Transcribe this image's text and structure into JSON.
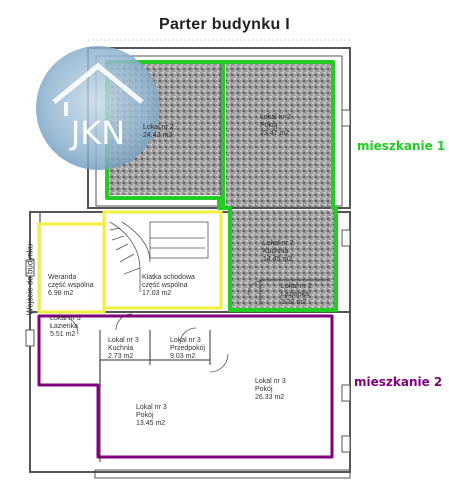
{
  "title": "Parter budynku I",
  "entrance_label": "Wejście do budynku",
  "logo_text": "JKN",
  "apartments": [
    {
      "label": "mieszkanie 1",
      "color": "#22cc22"
    },
    {
      "label": "mieszkanie 2",
      "color": "#800080"
    }
  ],
  "common_color": "#f2ee3c",
  "rooms": [
    {
      "lines": [
        "Lokal nr 2",
        "24.42 m2"
      ]
    },
    {
      "lines": [
        "Lokal nr 2",
        "Pokój",
        "23.47 m2"
      ]
    },
    {
      "lines": [
        "Lokal nr 2",
        "Kuchnia",
        "14.45 m2"
      ]
    },
    {
      "lines": [
        "Lokal nr 2",
        "Łazienka",
        "3.32 m2"
      ]
    },
    {
      "lines": [
        "Weranda",
        "część wspólna",
        "6.98 m2"
      ]
    },
    {
      "lines": [
        "Klatka schodowa",
        "część wspólna",
        "17.03 m2"
      ]
    },
    {
      "lines": [
        "Lokal nr 3",
        "Łazienka",
        "5.51 m2"
      ]
    },
    {
      "lines": [
        "Lokal nr 3",
        "Kuchnia",
        "2.73 m2"
      ]
    },
    {
      "lines": [
        "Lokal nr 3",
        "Przedpokój",
        "9.03 m2"
      ]
    },
    {
      "lines": [
        "Lokal nr 3",
        "Pokój",
        "26.33 m2"
      ]
    },
    {
      "lines": [
        "Lokal nr 3",
        "Pokój",
        "13.45 m2"
      ]
    }
  ]
}
